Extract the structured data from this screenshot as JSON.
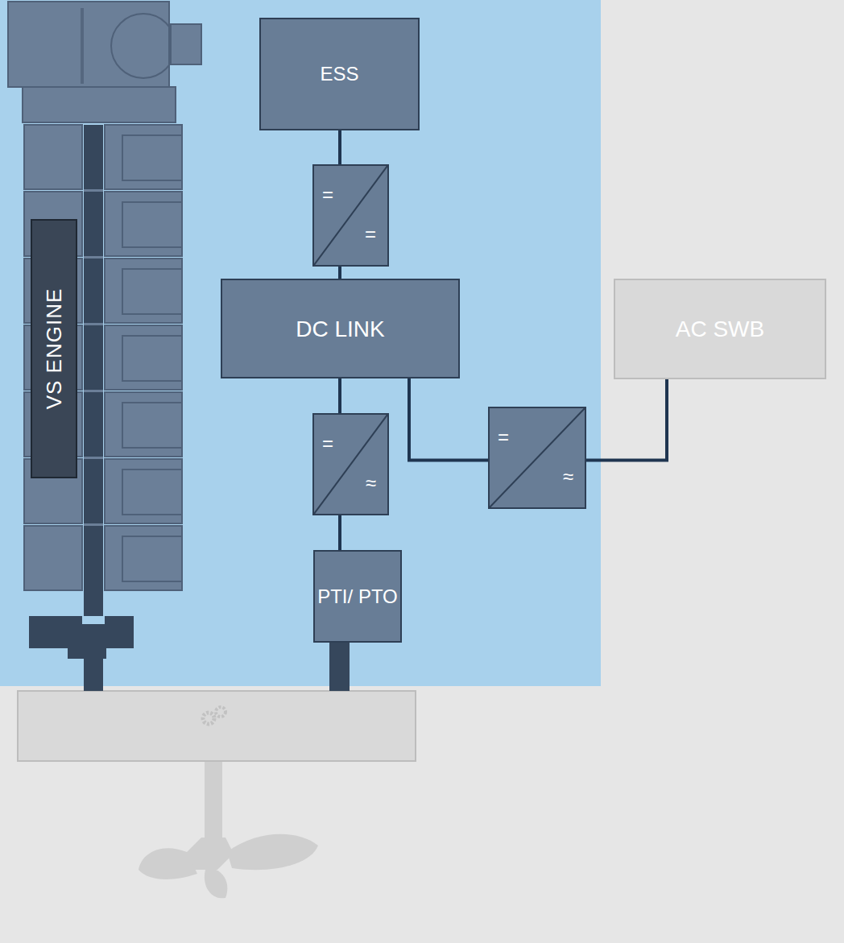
{
  "diagram": {
    "nodes": [
      {
        "text": [
          "VS ENGINE"
        ]
      },
      {
        "text": [
          "ESS"
        ]
      },
      {
        "text": [
          "=",
          "="
        ]
      },
      {
        "text": [
          "DC LINK"
        ]
      },
      {
        "text": [
          "AC SWB"
        ]
      },
      {
        "text": [
          "=",
          "≈"
        ]
      },
      {
        "text": [
          "=",
          "≈"
        ]
      },
      {
        "text": [
          "PTI/ PTO"
        ]
      }
    ],
    "edges": [
      {
        "from": 1,
        "to": 2,
        "arrow": "none"
      },
      {
        "from": 2,
        "to": 3,
        "arrow": "none"
      },
      {
        "from": 3,
        "to": 6,
        "arrow": "none"
      },
      {
        "from": 6,
        "to": 7,
        "arrow": "none"
      },
      {
        "from": 3,
        "to": 5,
        "arrow": "none"
      },
      {
        "from": 5,
        "to": 4,
        "arrow": "none"
      }
    ]
  }
}
